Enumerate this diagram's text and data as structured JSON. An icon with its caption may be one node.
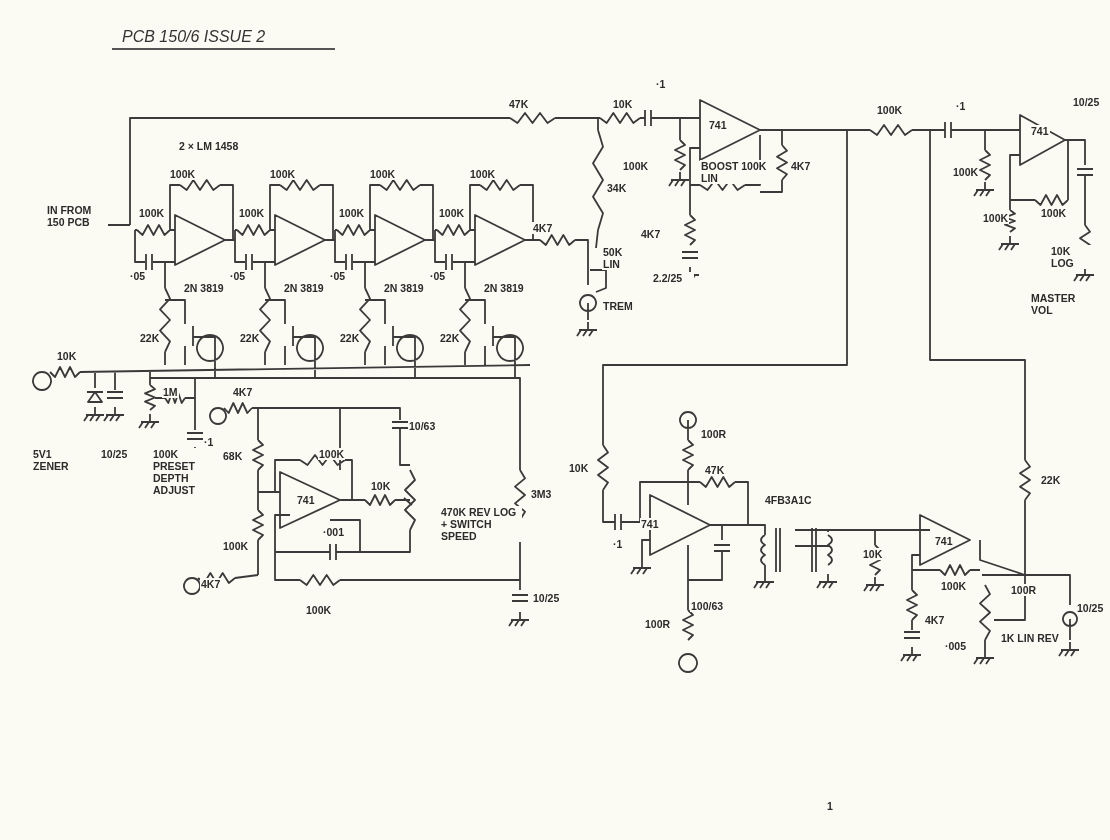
{
  "diagram": {
    "title": "PCB 150/6 ISSUE 2",
    "labels": [
      "47K",
      "10K",
      "·1",
      "741",
      "100K",
      "BOOST 100K LIN",
      "4K7",
      "100K",
      "·1",
      "741",
      "100K",
      "100K",
      "100K",
      "10K LOG",
      "MASTER VOL",
      "10/25",
      "2 × LM 1458",
      "IN FROM 150 PCB",
      "100K",
      "100K",
      "100K",
      "100K",
      "100K",
      "100K",
      "100K",
      "100K",
      "4K7",
      "34K",
      "·05",
      "·05",
      "·05",
      "·05",
      "4K7",
      "2.2/25",
      "50K LIN",
      "TREM",
      "2N 3819",
      "2N 3819",
      "2N 3819",
      "2N 3819",
      "22K",
      "22K",
      "22K",
      "22K",
      "10K",
      "1M",
      "4K7",
      "5V1 ZENER",
      "10/25",
      "100K PRESET DEPTH ADJUST",
      "·1",
      "10/63",
      "68K",
      "100K",
      "10K",
      "741",
      "·001",
      "470K REV LOG + SWITCH SPEED",
      "100K",
      "4K7",
      "100K",
      "3M3",
      "10/25",
      "100R",
      "10K",
      "47K",
      "4FB3A1C",
      "·1",
      "741",
      "100/63",
      "100R",
      "10K",
      "22K",
      "741",
      "100K",
      "100R",
      "4K7",
      "·005",
      "1K LIN REV",
      "10/25",
      "1"
    ]
  }
}
